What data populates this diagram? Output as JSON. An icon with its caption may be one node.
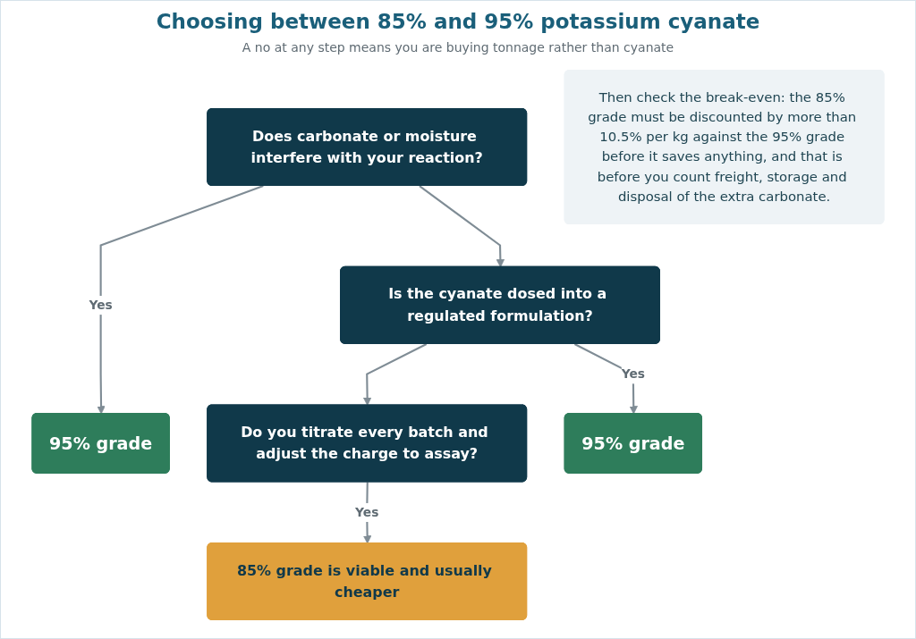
{
  "diagram": {
    "title": "Choosing between 85% and 95% potassium cyanate",
    "nodes": [
      {
        "text": [
          "Does carbonate or moisture interfere with your reaction?"
        ]
      },
      {
        "text": [
          "Is the cyanate dosed into a regulated formulation?"
        ]
      },
      {
        "text": [
          "95% grade"
        ]
      },
      {
        "text": [
          "Do you titrate every batch and adjust the charge to assay?"
        ]
      },
      {
        "text": [
          "95% grade"
        ]
      },
      {
        "text": [
          "85% grade is viable and usually cheaper"
        ]
      },
      {
        "text": [
          "Then check the break-even: the 85% grade must be discounted by more than 10.5% per kg against the 95% grade before it saves anything, and that is before you count freight, storage and disposal of the extra carbonate."
        ]
      }
    ],
    "edges": [
      {
        "from": 0,
        "to": 2,
        "arrow": "to",
        "label": "Yes"
      },
      {
        "from": 0,
        "to": 1,
        "arrow": "to"
      },
      {
        "from": 1,
        "to": 4,
        "arrow": "to",
        "label": "Yes"
      },
      {
        "from": 1,
        "to": 3,
        "arrow": "to"
      },
      {
        "from": 3,
        "to": 5,
        "arrow": "to",
        "label": "Yes"
      }
    ],
    "labels": [
      "A no at any step means you are buying tonnage rather than cyanate"
    ]
  }
}
